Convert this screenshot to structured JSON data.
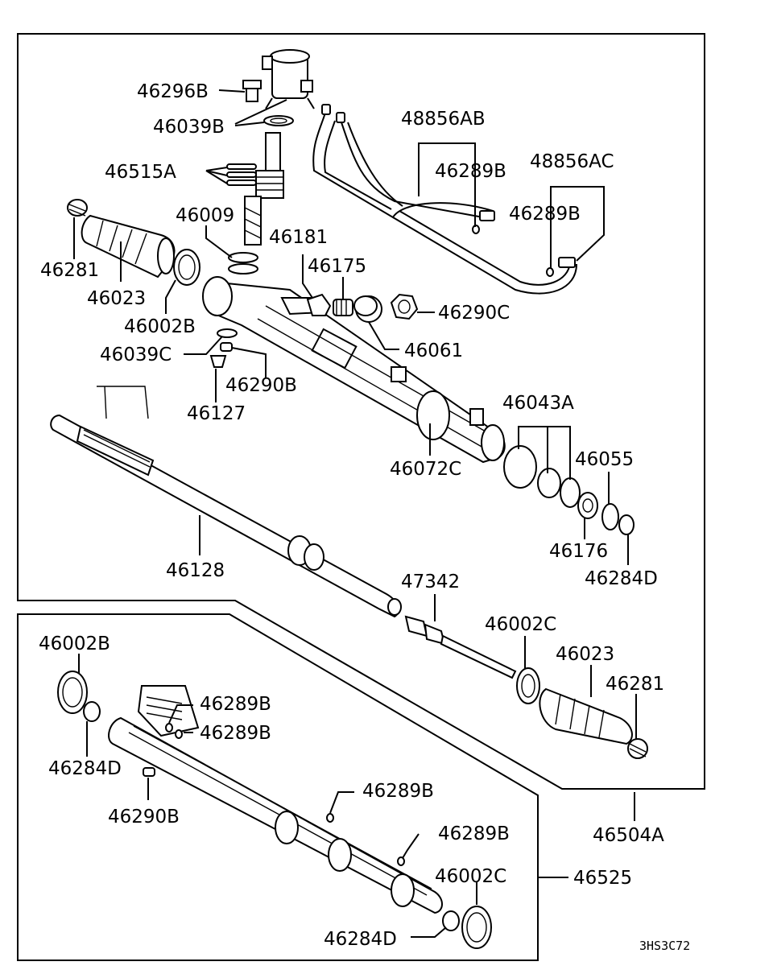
{
  "diagram_code": "3HS3C72",
  "labels": {
    "p46296B": "46296B",
    "p46039B": "46039B",
    "p46515A": "46515A",
    "p46009": "46009",
    "p46281a": "46281",
    "p46023a": "46023",
    "p46002Ba": "46002B",
    "p46181": "46181",
    "p46175": "46175",
    "p46290C": "46290C",
    "p46061": "46061",
    "p46039C": "46039C",
    "p46290Ba": "46290B",
    "p46127": "46127",
    "p48856AB": "48856AB",
    "p46289Ba": "46289B",
    "p48856AC": "48856AC",
    "p46289Bb": "46289B",
    "p46072C": "46072C",
    "p46043A": "46043A",
    "p46055": "46055",
    "p46176": "46176",
    "p46284Da": "46284D",
    "p46128": "46128",
    "p47342": "47342",
    "p46002Ca": "46002C",
    "p46023b": "46023",
    "p46281b": "46281",
    "p46504A": "46504A",
    "p46002Bb": "46002B",
    "p46289Bc": "46289B",
    "p46289Bd": "46289B",
    "p46284Db": "46284D",
    "p46290Bb": "46290B",
    "p46289Be": "46289B",
    "p46289Bf": "46289B",
    "p46002Cb": "46002C",
    "p46525": "46525",
    "p46284Dc": "46284D"
  }
}
